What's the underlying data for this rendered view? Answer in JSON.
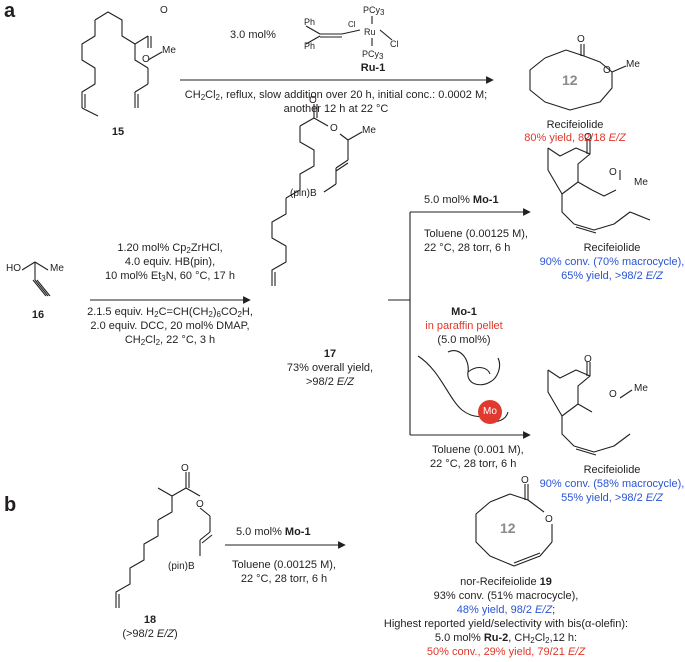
{
  "panels": {
    "a": "a",
    "b": "b"
  },
  "colors": {
    "red": "#e0372b",
    "blue": "#2a55d4",
    "gray": "#8a8a8a"
  },
  "row1": {
    "catalyst_loading": "3.0 mol%",
    "ph_top": "Ph",
    "ph_bottom": "Ph",
    "pcy3_top": "PCy",
    "pcy3_bottom": "PCy",
    "sub3": "3",
    "cl_left": "Cl",
    "cl_right": "Cl",
    "ru": "Ru",
    "catalyst_name": "Ru-1",
    "cond_line1_a": "CH",
    "cond_line1_sub": "2",
    "cond_line1_b": "Cl",
    "cond_line1_c": ", reflux, slow addition over 20 h, initial conc.: 0.0002 M;",
    "cond_line2": "another 12 h at 22 °C",
    "start_label": "15",
    "ring_size": "12",
    "o_label": "O",
    "me_label": "Me",
    "product_name": "Recifeiolide",
    "product_yield_a": "80% yield, 82/18 ",
    "product_yield_b": "E/Z"
  },
  "row2": {
    "sm_ho": "HO",
    "sm_me": "Me",
    "sm_label": "16",
    "step1_l1": "1.20 mol% Cp",
    "step1_l1_sub": "2",
    "step1_l1_b": "ZrHCl,",
    "step1_l2": "4.0 equiv. HB(pin),",
    "step1_l3_a": "10 mol% Et",
    "step1_l3_sub": "3",
    "step1_l3_b": "N, 60 °C, 17 h",
    "step2_l1": "2.1.5 equiv. H",
    "step2_l1_b": "C=CH(CH",
    "step2_l1_c": ")",
    "step2_l1_sub6": "6",
    "step2_l1_d": "CO",
    "step2_l1_e": "H,",
    "step2_l2": "2.0 equiv. DCC, 20 mol% DMAP,",
    "step2_l3_a": "CH",
    "step2_l3_b": "Cl",
    "step2_l3_c": ", 22 °C, 3 h",
    "sub2": "2",
    "int_label": "17",
    "int_yield": "73% overall yield,",
    "int_ez": ">98/2 ",
    "int_ez_b": "E/Z",
    "pinb": "(pin)B",
    "o": "O",
    "me": "Me",
    "upper_reagent_a": "5.0 mol% ",
    "upper_reagent_b": "Mo-1",
    "upper_cond1": "Toluene (0.00125 M),",
    "upper_cond2": "22 °C, 28 torr, 6 h",
    "mid_mo": "Mo-1",
    "mid_pellet": "in paraffin pellet",
    "mid_loading": "(5.0 mol%)",
    "mo_ball": "Mo",
    "lower_cond1": "Toluene (0.001 M),",
    "lower_cond2": "22 °C, 28 torr, 6 h",
    "prod_upper_name": "Recifeiolide",
    "prod_upper_l1": "90% conv. (70% macrocycle),",
    "prod_upper_l2_a": "65% yield, >98/2 ",
    "prod_upper_l2_b": "E/Z",
    "prod_lower_name": "Recifeiolide",
    "prod_lower_l1": "90% conv. (58% macrocycle),",
    "prod_lower_l2_a": "55% yield, >98/2 ",
    "prod_lower_l2_b": "E/Z"
  },
  "row3": {
    "reagent_a": "5.0 mol% ",
    "reagent_b": "Mo-1",
    "cond1": "Toluene (0.00125 M),",
    "cond2": "22 °C, 28 torr, 6 h",
    "sm_label": "18",
    "sm_ez_a": "(>98/2 ",
    "sm_ez_b": "E/Z",
    "sm_ez_c": ")",
    "pinb": "(pin)B",
    "o": "O",
    "ring_size": "12",
    "prod_name_a": "nor-Recifeiolide ",
    "prod_name_b": "19",
    "prod_l1": "93% conv. (51% macrocycle),",
    "prod_l2_a": "48% yield, 98/2 ",
    "prod_l2_b": "E/Z",
    "prod_l2_c": ";",
    "prod_l3": "Highest reported yield/selectivity with bis(α-olefin):",
    "prod_l4_a": "5.0 mol% ",
    "prod_l4_b": "Ru-2",
    "prod_l4_c": ", CH",
    "prod_l4_d": "Cl",
    "prod_l4_e": ",12 h:",
    "prod_l5_a": "50% conv., 29% yield, 79/21 ",
    "prod_l5_b": "E/Z"
  }
}
